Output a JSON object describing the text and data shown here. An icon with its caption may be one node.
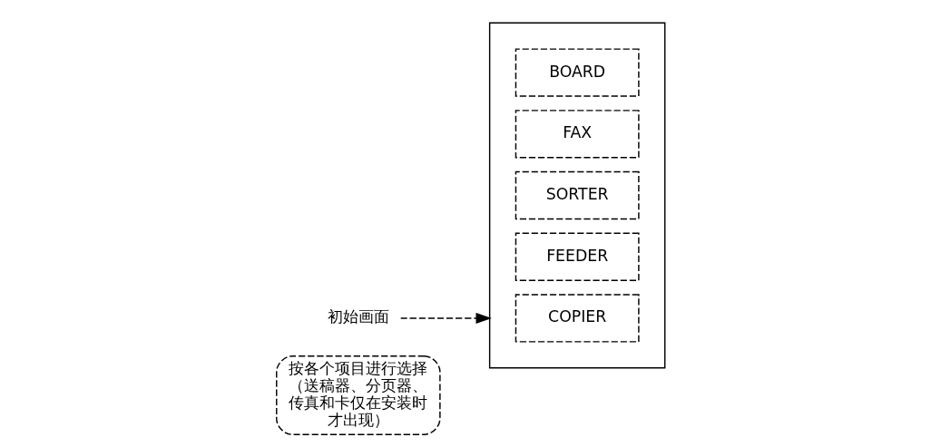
{
  "diagram": {
    "nodes": [
      {
        "text": [
          "初始画面"
        ]
      },
      {
        "text": [
          "按各个项目进行选择（送稿器、分页器、传真和卡仅在安装时才出现）"
        ]
      },
      {
        "text": [],
        "shape": "box"
      },
      {
        "text": [
          "COPIER"
        ],
        "in": 2
      },
      {
        "text": [
          "FEEDER"
        ],
        "in": 2
      },
      {
        "text": [
          "SORTER"
        ],
        "in": 2
      },
      {
        "text": [
          "FAX"
        ],
        "in": 2
      },
      {
        "text": [
          "BOARD"
        ],
        "in": 2
      }
    ],
    "edges": [
      {
        "from": 0,
        "to": 2,
        "arrow": "to",
        "style": "dashed"
      }
    ]
  }
}
